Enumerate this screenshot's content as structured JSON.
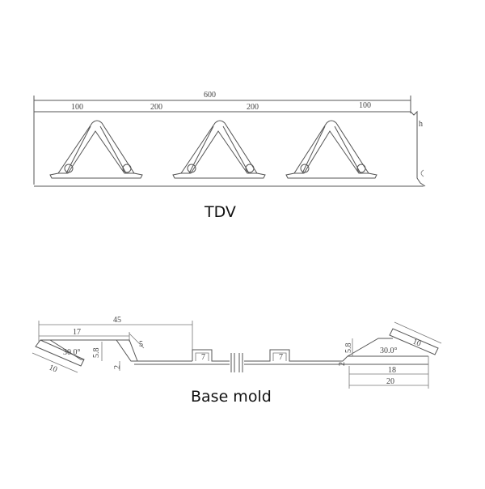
{
  "tdv": {
    "caption": "TDV",
    "dims": {
      "total": "600",
      "seg1": "100",
      "seg2": "200",
      "seg3": "200",
      "seg4": "100",
      "height": "h"
    }
  },
  "base_mold": {
    "caption": "Base mold",
    "dims": {
      "overall": "45",
      "left_top": "17",
      "left_wing": "10",
      "left_angle": "30.0°",
      "left_height": "5.8",
      "left_step": "2",
      "diag": "5",
      "slot_left": "7",
      "slot_right": "7",
      "right_step": "2",
      "right_height": "5.8",
      "right_angle": "30.0°",
      "right_wing": "10",
      "right_inner": "18",
      "right_outer": "20"
    }
  }
}
